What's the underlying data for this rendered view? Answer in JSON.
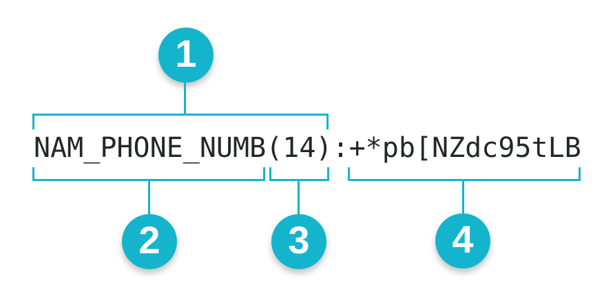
{
  "diagram": {
    "background": "#ffffff",
    "accent_color": "#14b4cd",
    "text_color": "#242729",
    "token": {
      "full": "NAM_PHONE_NUMB(14):+*pb[NZdc95tLB",
      "name": "NAM_PHONE_NUMB",
      "length": "(14)",
      "separator": ":",
      "value": "+*pb[NZdc95tLB"
    },
    "callouts": [
      {
        "number": "1"
      },
      {
        "number": "2"
      },
      {
        "number": "3"
      },
      {
        "number": "4"
      }
    ]
  }
}
